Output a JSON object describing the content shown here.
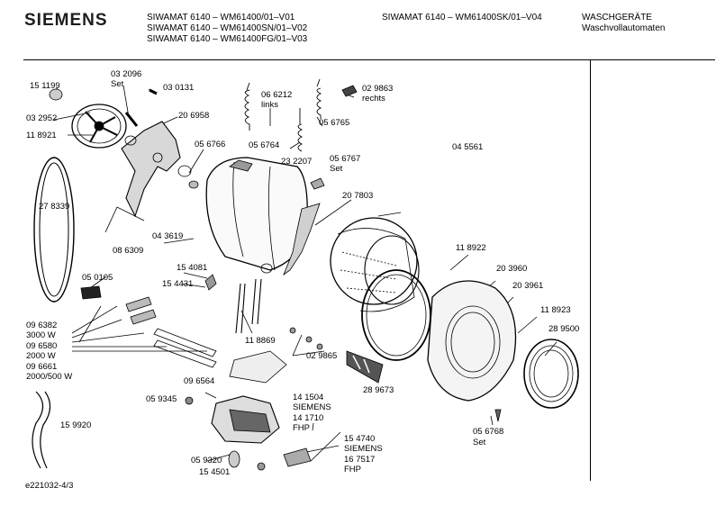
{
  "header": {
    "brand": "SIEMENS",
    "models_left": [
      "SIWAMAT 6140 – WM61400/01–V01",
      "SIWAMAT 6140 – WM61400SN/01–V02",
      "SIWAMAT 6140 – WM61400FG/01–V03"
    ],
    "models_right": [
      "SIWAMAT 6140 – WM61400SK/01–V04"
    ],
    "category": [
      "WASCHGERÄTE",
      "Waschvollautomaten"
    ]
  },
  "labels": {
    "p151199": "15 1199",
    "p032096": [
      "03 2096",
      "Set"
    ],
    "p030131": "03 0131",
    "p032952": "03 2952",
    "p118921": "11 8921",
    "p206958": "20 6958",
    "p066212": [
      "06 6212",
      "links"
    ],
    "p029863": [
      "02 9863",
      "rechts"
    ],
    "p056765": "05 6765",
    "p056764": "05 6764",
    "p056766": "05 6766",
    "p232207": "23 2207",
    "p056767": [
      "05 6767",
      "Set"
    ],
    "p045561": "04 5561",
    "p278339": "27 8339",
    "p207803": "20 7803",
    "p043619": "04 3619",
    "p086309": "08 6309",
    "p154081": "15 4081",
    "p154431": "15 4431",
    "p050105": "05 0105",
    "p118922": "11 8922",
    "p203960": "20 3960",
    "p203961": "20 3961",
    "p118923": "11 8923",
    "p289500": "28 9500",
    "p096382": [
      "09 6382",
      "3000 W",
      "09 6580",
      "2000 W",
      "09 6661",
      "2000/500 W"
    ],
    "p118869": "11 8869",
    "p029865": "02 9865",
    "p289673": "28 9673",
    "p096564": "09 6564",
    "p059345": "05 9345",
    "p141504": [
      "14 1504",
      "SIEMENS",
      "14 1710",
      "FHP"
    ],
    "p159920": "15 9920",
    "p154740": [
      "15 4740",
      "SIEMENS",
      "16 7517",
      "FHP"
    ],
    "p056768": [
      "05 6768",
      "Set"
    ],
    "p059320": "05 9320",
    "p154501": "15 4501"
  },
  "footer": {
    "doc_id": "e221032-4/3"
  }
}
